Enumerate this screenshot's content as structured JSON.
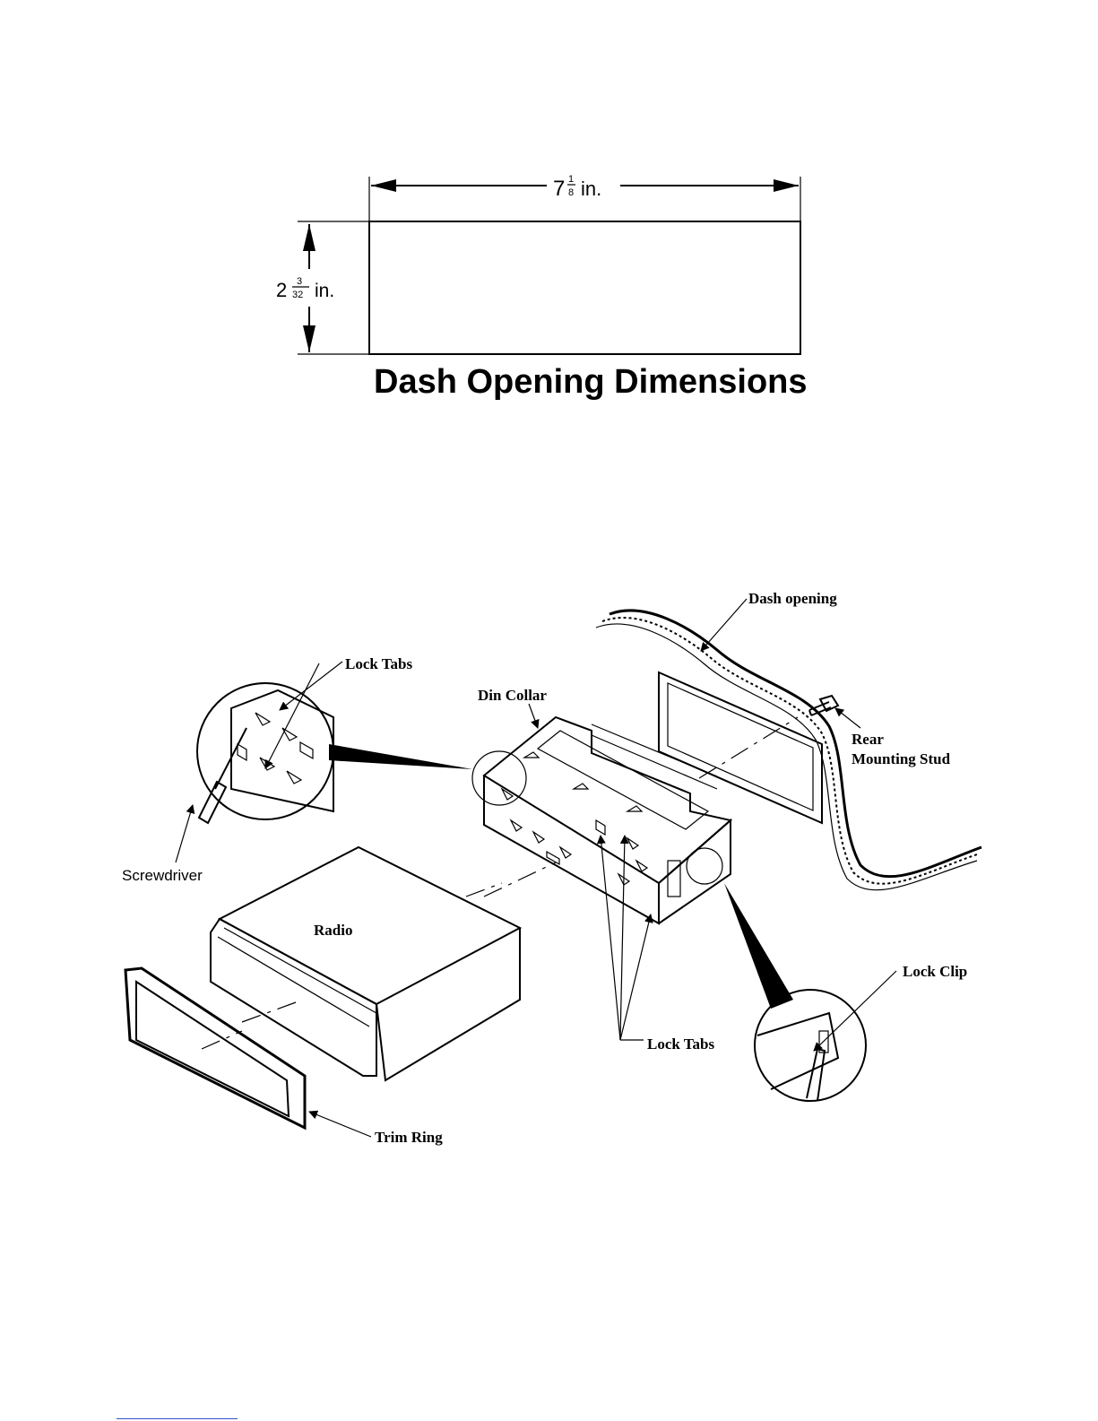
{
  "dimensions_figure": {
    "width_whole": "7",
    "width_num": "1",
    "width_den": "8",
    "width_unit": "in.",
    "height_whole": "2",
    "height_num": "3",
    "height_den": "32",
    "height_unit": "in.",
    "caption": "Dash Opening Dimensions"
  },
  "installation_figure": {
    "labels": {
      "dash_opening": "Dash opening",
      "lock_tabs_top": "Lock Tabs",
      "din_collar": "Din Collar",
      "rear": "Rear",
      "mounting_stud": "Mounting Stud",
      "screwdriver": "Screwdriver",
      "radio": "Radio",
      "lock_clip": "Lock Clip",
      "lock_tabs_bottom": "Lock Tabs",
      "trim_ring": "Trim Ring"
    }
  }
}
